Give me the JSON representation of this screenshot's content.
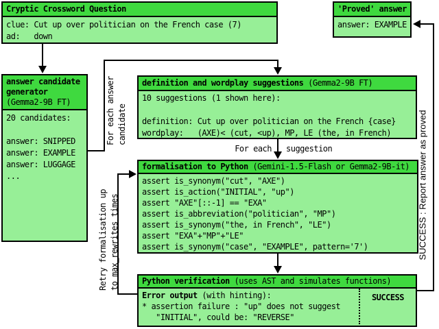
{
  "colors": {
    "header_green": "#3fd93f",
    "body_green": "#97ef97",
    "line_black": "#000000"
  },
  "question_box": {
    "title": "Cryptic Crossword Question",
    "lines": [
      "clue: Cut up over politician on the French case (7)",
      "ad:   down"
    ]
  },
  "proved_box": {
    "title": "'Proved' answer",
    "lines": [
      "answer: EXAMPLE"
    ]
  },
  "generator_box": {
    "title": "answer candidate generator",
    "subtitle": "(Gemma2-9B FT)",
    "lines": [
      "20 candidates:",
      "",
      "answer: SNIPPED",
      "answer: EXAMPLE",
      "answer: LUGGAGE",
      "..."
    ]
  },
  "suggestions_box": {
    "title": "definition and wordplay suggestions",
    "subtitle": " (Gemma2-9B FT)",
    "lines": [
      "10 suggestions (1 shown here):",
      "",
      "definition: Cut up over politician on the French {case}",
      "wordplay:   (AXE)< (cut, <up), MP, LE (the, in French)"
    ]
  },
  "formalisation_box": {
    "title": "formalisation to Python",
    "subtitle": " (Gemini-1.5-Flash or Gemma2-9B-it)",
    "lines": [
      "assert is_synonym(\"cut\", \"AXE\")",
      "assert is_action(\"INITIAL\", \"up\")",
      "assert \"AXE\"[::-1] == \"EXA\"",
      "assert is_abbreviation(\"politician\", \"MP\")",
      "assert is_synonym(\"the, in French\", \"LE\")",
      "assert \"EXA\"+\"MP\"+\"LE\"",
      "assert is_synonym(\"case\", \"EXAMPLE\", pattern='7')"
    ]
  },
  "verification_box": {
    "title": "Python verification",
    "subtitle": " (uses AST and simulates functions)",
    "error_heading_bold": "Error output",
    "error_heading_rest": " (with hinting):",
    "error_lines": [
      "* assertion failure : \"up\" does not suggest",
      "   \"INITIAL\", could be: \"REVERSE\""
    ],
    "success_label": "SUCCESS"
  },
  "edge_labels": {
    "for_each_answer": "For each answer\ncandidate",
    "for_each_pre": "For each",
    "for_each_post": "suggestion",
    "retry": "Retry formalisation up\nto max_rewrites times",
    "success_report": "SUCCESS : Report answer as proved"
  }
}
